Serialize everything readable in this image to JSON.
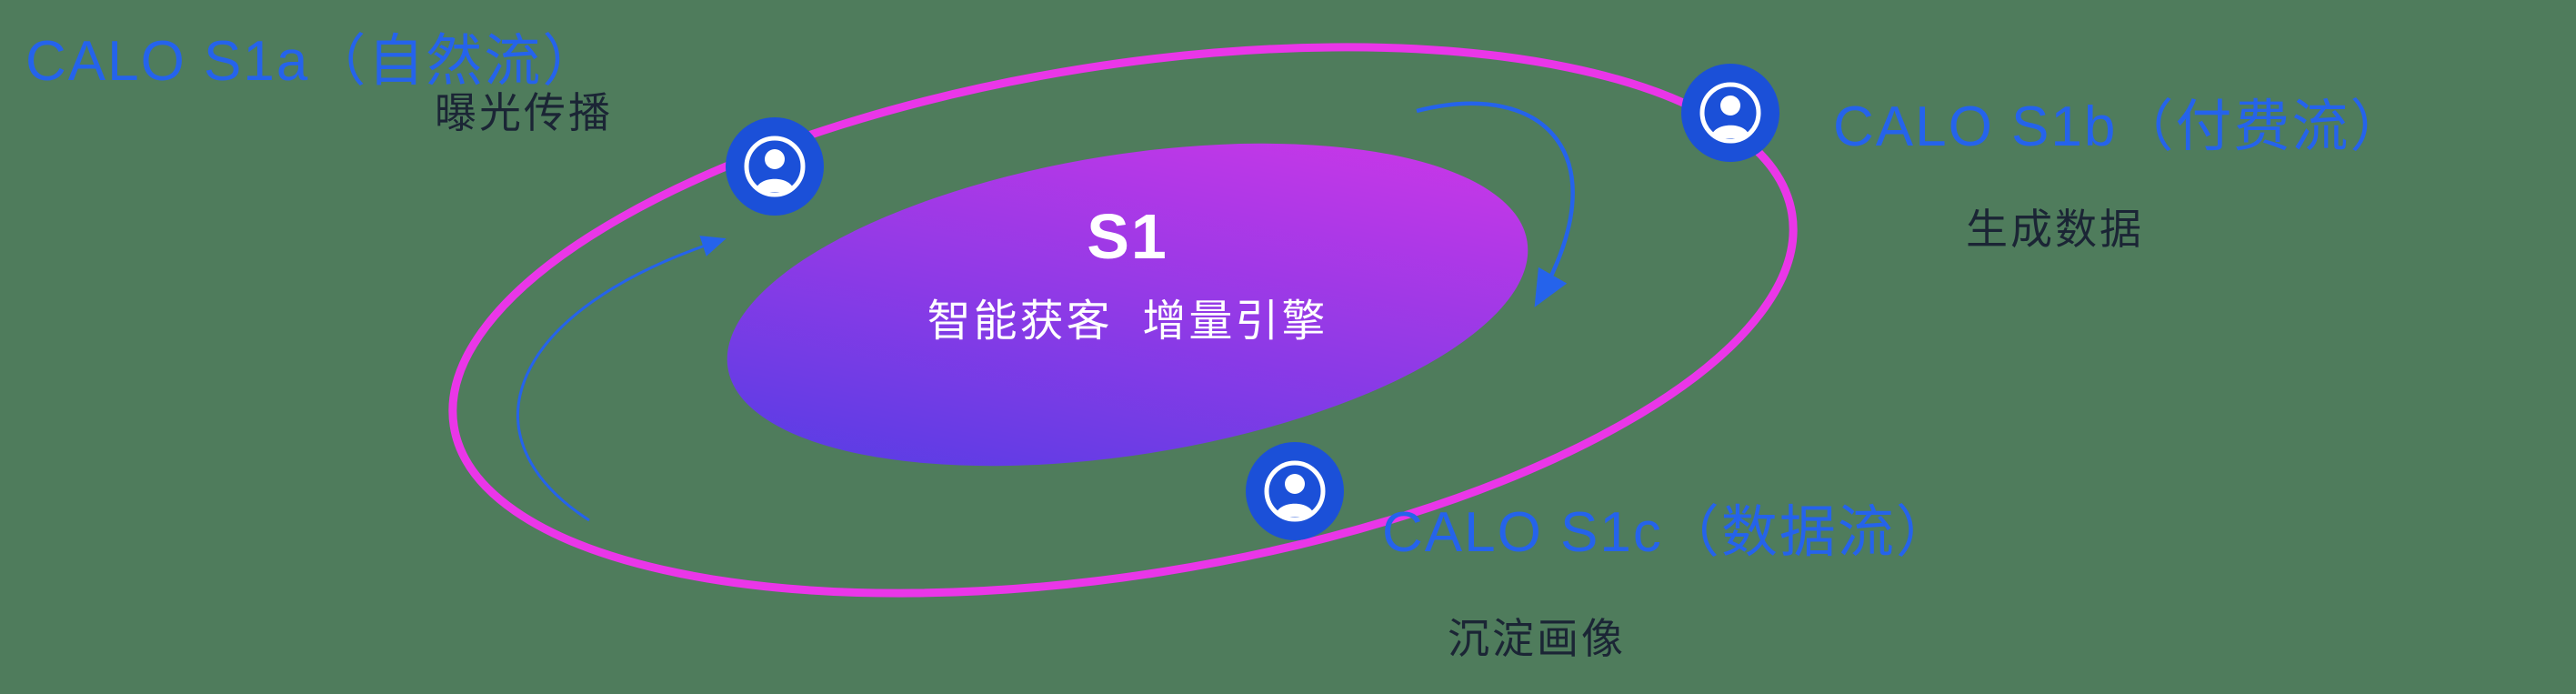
{
  "canvas": {
    "background": "#4f7c5c"
  },
  "colors": {
    "canvas_bg": "#4f7c5c",
    "accent_blue": "#2563eb",
    "node_blue": "#1b50d8",
    "ring_magenta": "#ea36e8",
    "core_gradient_start": "#4a3ee4",
    "core_gradient_end": "#d836e8",
    "dark_text": "#1b2535",
    "white": "#ffffff"
  },
  "core": {
    "title": "S1",
    "subtitle": "智能获客  增量引擎"
  },
  "nodes": [
    {
      "id": "s1a",
      "title": "CALO S1a（自然流）",
      "subtitle": "曝光传播",
      "icon": "user-circle-icon"
    },
    {
      "id": "s1b",
      "title": "CALO S1b（付费流）",
      "subtitle": "生成数据",
      "icon": "user-circle-icon"
    },
    {
      "id": "s1c",
      "title": "CALO S1c（数据流）",
      "subtitle": "沉淀画像",
      "icon": "user-circle-icon"
    }
  ]
}
